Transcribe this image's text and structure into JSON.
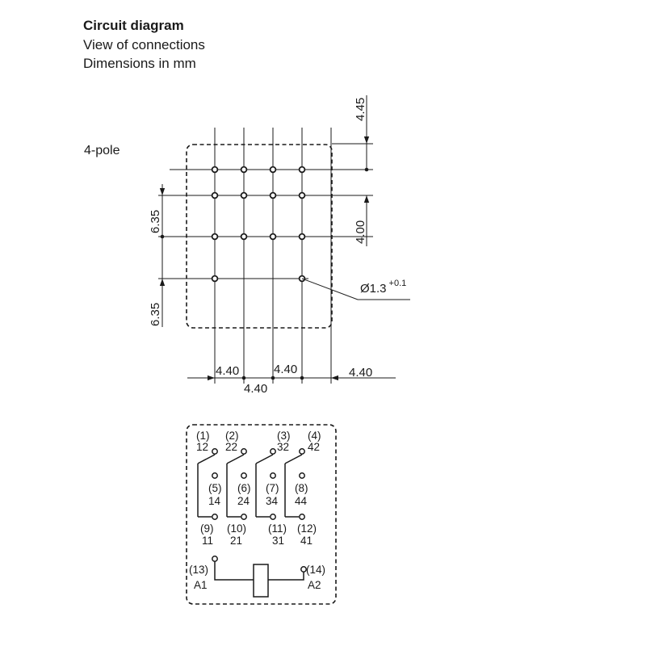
{
  "header": {
    "title": "Circuit diagram",
    "subtitle_1": "View of connections",
    "subtitle_2": "Dimensions in mm"
  },
  "variant_label": "4-pole",
  "dimensions": {
    "top_offset": "4.45",
    "row_pitch_top": "4.00",
    "row_pitch_left_1": "6.35",
    "row_pitch_left_2": "6.35",
    "col_pitch_1": "4.40",
    "col_pitch_2": "4.40",
    "col_pitch_3": "4.40",
    "col_pitch_right": "4.40",
    "hole_diameter": "Ø1.3",
    "hole_tolerance": "+0.1"
  },
  "contacts": [
    {
      "top_id": "(1)",
      "top_no": "12",
      "mid_id": "(5)",
      "mid_no": "14",
      "bot_id": "(9)",
      "bot_no": "11"
    },
    {
      "top_id": "(2)",
      "top_no": "22",
      "mid_id": "(6)",
      "mid_no": "24",
      "bot_id": "(10)",
      "bot_no": "21"
    },
    {
      "top_id": "(3)",
      "top_no": "32",
      "mid_id": "(7)",
      "mid_no": "34",
      "bot_id": "(11)",
      "bot_no": "31"
    },
    {
      "top_id": "(4)",
      "top_no": "42",
      "mid_id": "(8)",
      "mid_no": "44",
      "bot_id": "(12)",
      "bot_no": "41"
    }
  ],
  "coil": {
    "left_id": "(13)",
    "left_no": "A1",
    "right_id": "(14)",
    "right_no": "A2"
  }
}
